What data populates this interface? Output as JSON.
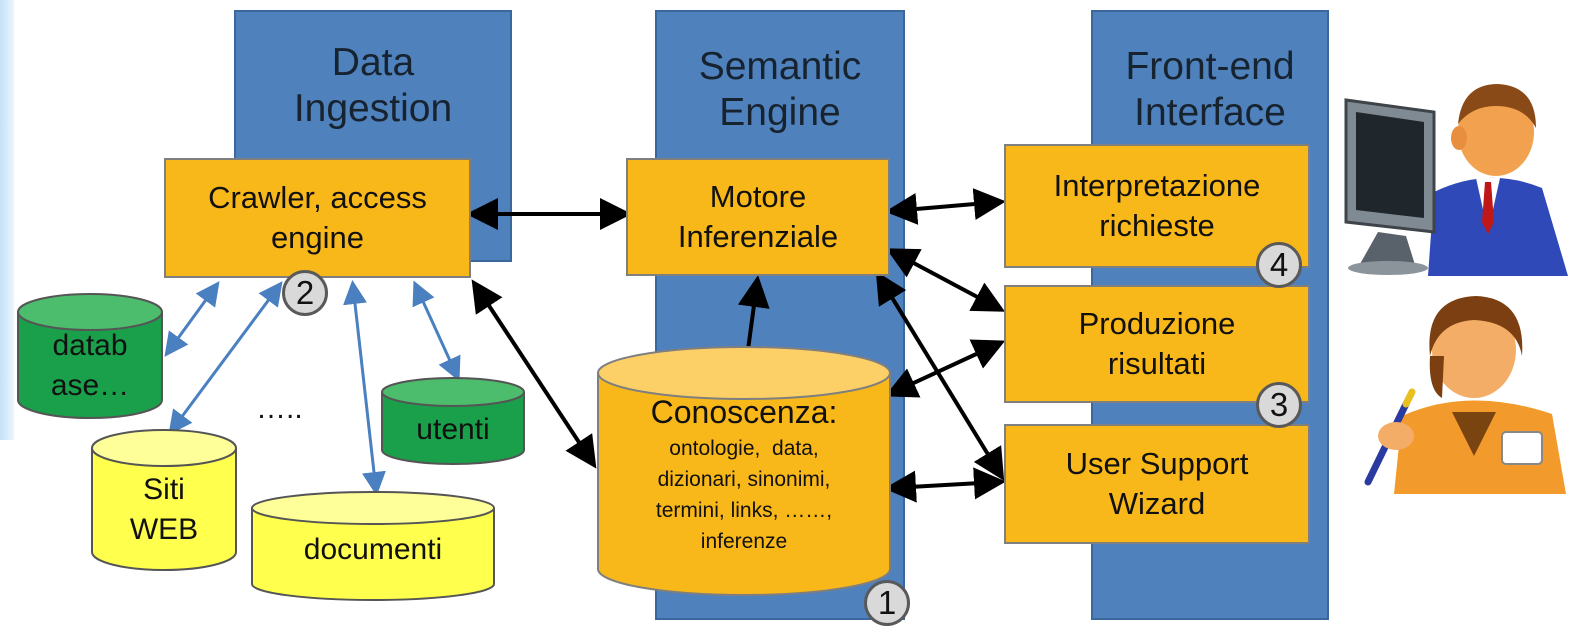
{
  "columns": {
    "data_ingestion": "Data\nIngestion",
    "semantic_engine": "Semantic\nEngine",
    "front_end": "Front-end\nInterface"
  },
  "boxes": {
    "crawler": "Crawler, access\nengine",
    "motore": "Motore\nInferenziale",
    "interpretazione": "Interpretazione\nrichieste",
    "produzione": "Produzione\nrisultati",
    "wizard": "User Support\nWizard"
  },
  "knowledge": {
    "title": "Conoscenza",
    "colon": ":",
    "details": "ontologie,  data,\ndizionari, sinonimi,\ntermini, links, ……,\ninferenze"
  },
  "sources": {
    "database": "datab\nase…",
    "siti_web": "Siti\nWEB",
    "documenti": "documenti",
    "utenti": "utenti",
    "ellipsis": "….."
  },
  "badges": [
    "1",
    "2",
    "3",
    "4"
  ],
  "icons": [
    "computer-user-icon",
    "operator-icon"
  ],
  "colors": {
    "column_blue": "#4f81bd",
    "box_orange": "#f9b81a",
    "green_db": "#1aa04a",
    "yellow_db": "#ffff4d"
  }
}
